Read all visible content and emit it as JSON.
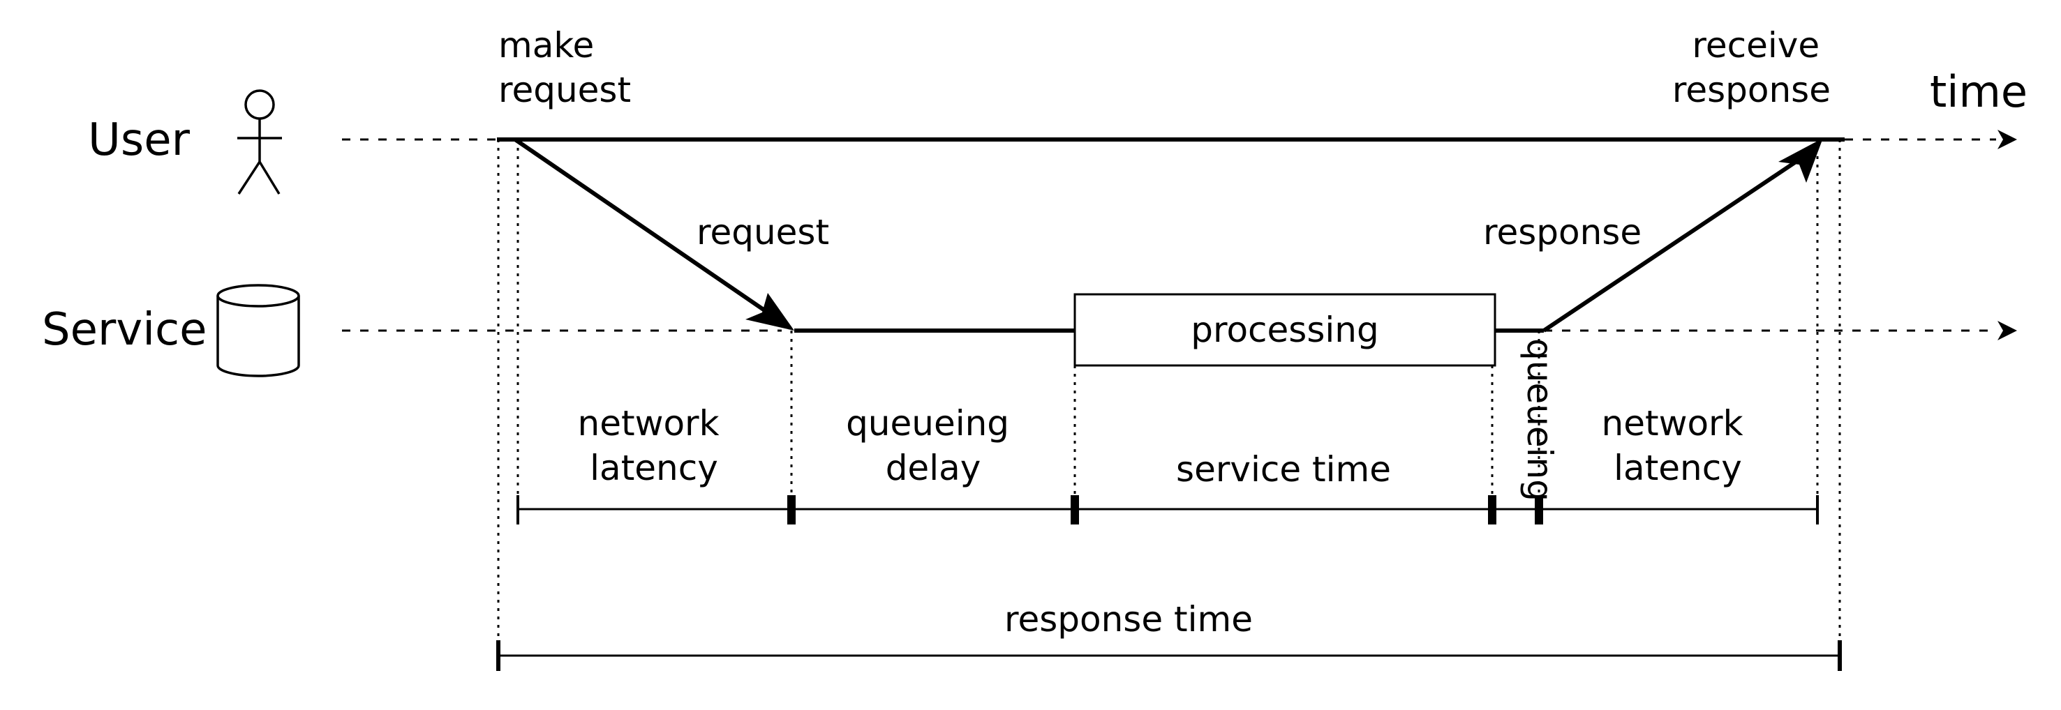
{
  "lanes": {
    "user": "User",
    "service": "Service"
  },
  "axis": {
    "time": "time"
  },
  "events": {
    "make_request": [
      "make",
      "request"
    ],
    "receive_response": [
      "receive",
      "response"
    ]
  },
  "arrows": {
    "request": "request",
    "response": "response"
  },
  "processing": "processing",
  "segments": {
    "network_latency_1": [
      "network",
      "latency"
    ],
    "queueing_delay": [
      "queueing",
      "delay"
    ],
    "service_time": "service time",
    "queueing": "queueing",
    "network_latency_2": [
      "network",
      "latency"
    ]
  },
  "total": "response time"
}
